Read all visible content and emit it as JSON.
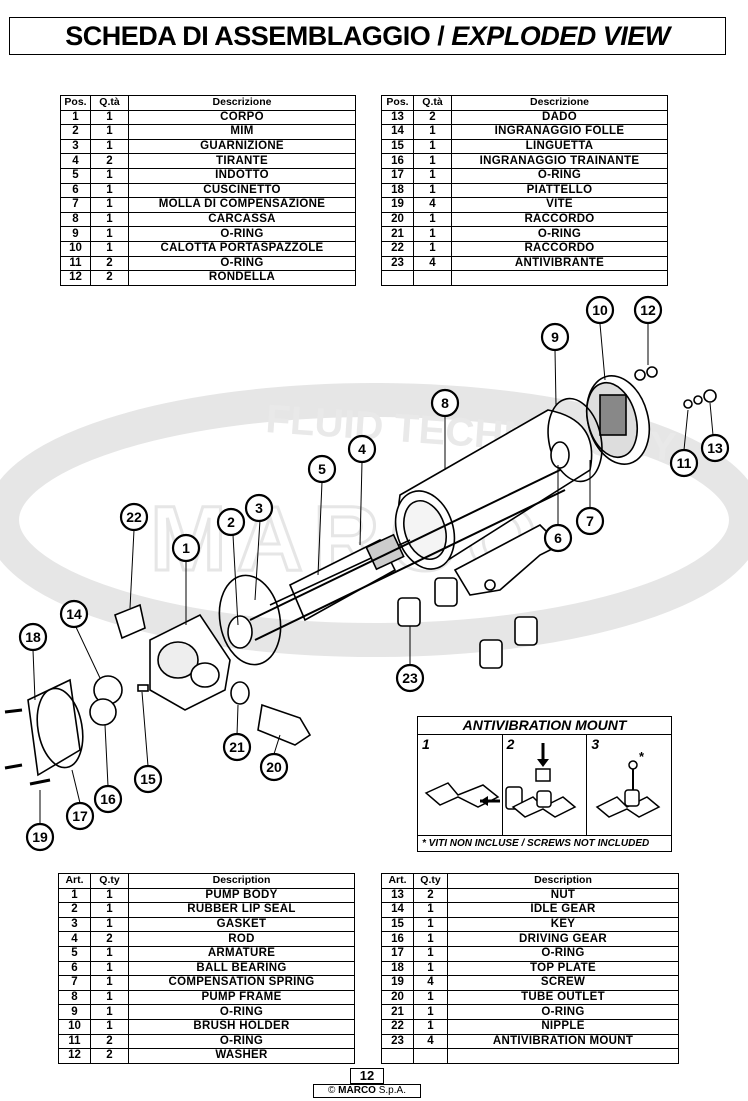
{
  "header": {
    "title_it": "SCHEDA DI ASSEMBLAGGIO / ",
    "title_en": "EXPLODED VIEW"
  },
  "tables": {
    "it_left": {
      "headers": [
        "Pos.",
        "Q.tà",
        "Descrizione"
      ],
      "rows": [
        [
          "1",
          "1",
          "CORPO"
        ],
        [
          "2",
          "1",
          "MIM"
        ],
        [
          "3",
          "1",
          "GUARNIZIONE"
        ],
        [
          "4",
          "2",
          "TIRANTE"
        ],
        [
          "5",
          "1",
          "INDOTTO"
        ],
        [
          "6",
          "1",
          "CUSCINETTO"
        ],
        [
          "7",
          "1",
          "MOLLA DI COMPENSAZIONE"
        ],
        [
          "8",
          "1",
          "CARCASSA"
        ],
        [
          "9",
          "1",
          "O-RING"
        ],
        [
          "10",
          "1",
          "CALOTTA PORTASPAZZOLE"
        ],
        [
          "11",
          "2",
          "O-RING"
        ],
        [
          "12",
          "2",
          "RONDELLA"
        ]
      ]
    },
    "it_right": {
      "headers": [
        "Pos.",
        "Q.tà",
        "Descrizione"
      ],
      "rows": [
        [
          "13",
          "2",
          "DADO"
        ],
        [
          "14",
          "1",
          "INGRANAGGIO FOLLE"
        ],
        [
          "15",
          "1",
          "LINGUETTA"
        ],
        [
          "16",
          "1",
          "INGRANAGGIO TRAINANTE"
        ],
        [
          "17",
          "1",
          "O-RING"
        ],
        [
          "18",
          "1",
          "PIATTELLO"
        ],
        [
          "19",
          "4",
          "VITE"
        ],
        [
          "20",
          "1",
          "RACCORDO"
        ],
        [
          "21",
          "1",
          "O-RING"
        ],
        [
          "22",
          "1",
          "RACCORDO"
        ],
        [
          "23",
          "4",
          "ANTIVIBRANTE"
        ],
        [
          "",
          "",
          ""
        ]
      ]
    },
    "en_left": {
      "headers": [
        "Art.",
        "Q.ty",
        "Description"
      ],
      "rows": [
        [
          "1",
          "1",
          "PUMP BODY"
        ],
        [
          "2",
          "1",
          "RUBBER LIP SEAL"
        ],
        [
          "3",
          "1",
          "GASKET"
        ],
        [
          "4",
          "2",
          "ROD"
        ],
        [
          "5",
          "1",
          "ARMATURE"
        ],
        [
          "6",
          "1",
          "BALL BEARING"
        ],
        [
          "7",
          "1",
          "COMPENSATION SPRING"
        ],
        [
          "8",
          "1",
          "PUMP FRAME"
        ],
        [
          "9",
          "1",
          "O-RING"
        ],
        [
          "10",
          "1",
          "BRUSH HOLDER"
        ],
        [
          "11",
          "2",
          "O-RING"
        ],
        [
          "12",
          "2",
          "WASHER"
        ]
      ]
    },
    "en_right": {
      "headers": [
        "Art.",
        "Q.ty",
        "Description"
      ],
      "rows": [
        [
          "13",
          "2",
          "NUT"
        ],
        [
          "14",
          "1",
          "IDLE GEAR"
        ],
        [
          "15",
          "1",
          "KEY"
        ],
        [
          "16",
          "1",
          "DRIVING GEAR"
        ],
        [
          "17",
          "1",
          "O-RING"
        ],
        [
          "18",
          "1",
          "TOP PLATE"
        ],
        [
          "19",
          "4",
          "SCREW"
        ],
        [
          "20",
          "1",
          "TUBE OUTLET"
        ],
        [
          "21",
          "1",
          "O-RING"
        ],
        [
          "22",
          "1",
          "NIPPLE"
        ],
        [
          "23",
          "4",
          "ANTIVIBRATION MOUNT"
        ],
        [
          "",
          "",
          ""
        ]
      ]
    }
  },
  "diagram": {
    "watermark_text": "FLUID TECHNOLOGY",
    "watermark_logo": "MARCO",
    "callouts": [
      "1",
      "2",
      "3",
      "4",
      "5",
      "6",
      "7",
      "8",
      "9",
      "10",
      "11",
      "12",
      "13",
      "14",
      "15",
      "16",
      "17",
      "18",
      "19",
      "20",
      "21",
      "22",
      "23"
    ]
  },
  "antivibration": {
    "title": "ANTIVIBRATION MOUNT",
    "steps": [
      "1",
      "2",
      "3"
    ],
    "asterisk": "*",
    "note": "* VITI NON INCLUSE / SCREWS NOT INCLUDED"
  },
  "footer": {
    "page": "12",
    "copyright_symbol": "©",
    "brand": "MARCO",
    "company_suffix": "S.p.A."
  },
  "colors": {
    "ink": "#000000",
    "watermark": "#e6e6e6",
    "paper": "#ffffff"
  }
}
